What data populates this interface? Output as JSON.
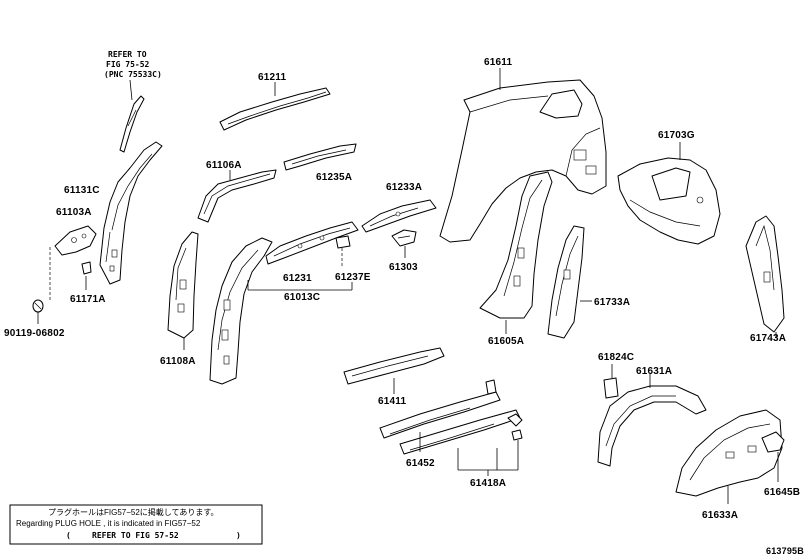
{
  "reference": {
    "line1": "REFER TO",
    "line2": "FIG 75-52",
    "line3": "(PNC 75533C)"
  },
  "parts": [
    {
      "id": "p61211",
      "label": "61211"
    },
    {
      "id": "p61106A",
      "label": "61106A"
    },
    {
      "id": "p61235A",
      "label": "61235A"
    },
    {
      "id": "p61131C",
      "label": "61131C"
    },
    {
      "id": "p61103A",
      "label": "61103A"
    },
    {
      "id": "p61171A",
      "label": "61171A"
    },
    {
      "id": "p90119",
      "label": "90119-06802"
    },
    {
      "id": "p61108A",
      "label": "61108A"
    },
    {
      "id": "p61231",
      "label": "61231"
    },
    {
      "id": "p61237E",
      "label": "61237E"
    },
    {
      "id": "p61013C",
      "label": "61013C"
    },
    {
      "id": "p61233A",
      "label": "61233A"
    },
    {
      "id": "p61303",
      "label": "61303"
    },
    {
      "id": "p61611",
      "label": "61611"
    },
    {
      "id": "p61703G",
      "label": "61703G"
    },
    {
      "id": "p61605A",
      "label": "61605A"
    },
    {
      "id": "p61733A",
      "label": "61733A"
    },
    {
      "id": "p61743A",
      "label": "61743A"
    },
    {
      "id": "p61411",
      "label": "61411"
    },
    {
      "id": "p61452",
      "label": "61452"
    },
    {
      "id": "p61418A",
      "label": "61418A"
    },
    {
      "id": "p61824C",
      "label": "61824C"
    },
    {
      "id": "p61631A",
      "label": "61631A"
    },
    {
      "id": "p61645B",
      "label": "61645B"
    },
    {
      "id": "p61633A",
      "label": "61633A"
    }
  ],
  "note": {
    "jp": "プラグホールはFIG57−52に掲載してあります。",
    "en": "Regarding PLUG HOLE , it is indicated in FIG57−52",
    "ref_open": "(",
    "ref": "REFER TO FIG 57-52",
    "ref_close": ")"
  },
  "figure_code": "613795B"
}
